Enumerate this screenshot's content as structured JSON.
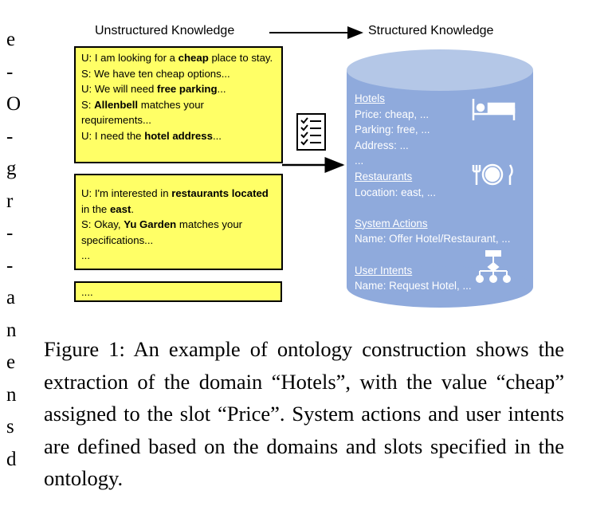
{
  "margin_fragments": [
    "e",
    "-",
    "O",
    "-",
    "g",
    "r",
    "-",
    "-",
    "a",
    "n",
    "e",
    "n",
    "s",
    "d"
  ],
  "diagram": {
    "left_header": "Unstructured Knowledge",
    "right_header": "Structured Knowledge",
    "dialogue1": [
      [
        {
          "t": "U: I am looking for a "
        },
        {
          "t": "cheap",
          "b": true
        },
        {
          "t": " place to stay."
        }
      ],
      [
        {
          "t": "S: We have ten cheap options..."
        }
      ],
      [
        {
          "t": "U: We will need "
        },
        {
          "t": "free parking",
          "b": true
        },
        {
          "t": "..."
        }
      ],
      [
        {
          "t": "S: "
        },
        {
          "t": "Allenbell",
          "b": true
        },
        {
          "t": " matches your requirements..."
        }
      ],
      [
        {
          "t": "U: I need the "
        },
        {
          "t": "hotel address",
          "b": true
        },
        {
          "t": "..."
        }
      ]
    ],
    "dialogue2": [
      [
        {
          "t": "U: I'm interested in "
        },
        {
          "t": "restaurants located",
          "b": true
        },
        {
          "t": " in the "
        },
        {
          "t": "east",
          "b": true
        },
        {
          "t": "."
        }
      ],
      [
        {
          "t": "S: Okay, "
        },
        {
          "t": "Yu Garden",
          "b": true
        },
        {
          "t": " matches your specifications..."
        }
      ],
      [
        {
          "t": "..."
        }
      ]
    ],
    "dialogue3": "....",
    "database": {
      "hotels_head": "Hotels",
      "hotels_price": "Price: cheap, ...",
      "hotels_parking": "Parking: free, ...",
      "hotels_address": "Address: ...",
      "hotels_more": "...",
      "restaurants_head": "Restaurants",
      "restaurants_location": "Location: east, ...",
      "actions_head": "System Actions",
      "actions_name": "Name: Offer Hotel/Restaurant, ...",
      "intents_head": "User Intents",
      "intents_name": "Name: Request Hotel, ..."
    },
    "icons": [
      "checklist-icon",
      "bed-icon",
      "dining-icon",
      "hierarchy-icon"
    ],
    "colors": {
      "dialogue_fill": "#ffff66",
      "cylinder_fill": "#8faadc",
      "cylinder_top": "#b4c7e7"
    }
  },
  "caption": "Figure 1: An example of ontology construction shows the extraction of the domain “Hotels”, with the value “cheap” assigned to the slot “Price”. System actions and user intents are defined based on the domains and slots specified in the ontology."
}
